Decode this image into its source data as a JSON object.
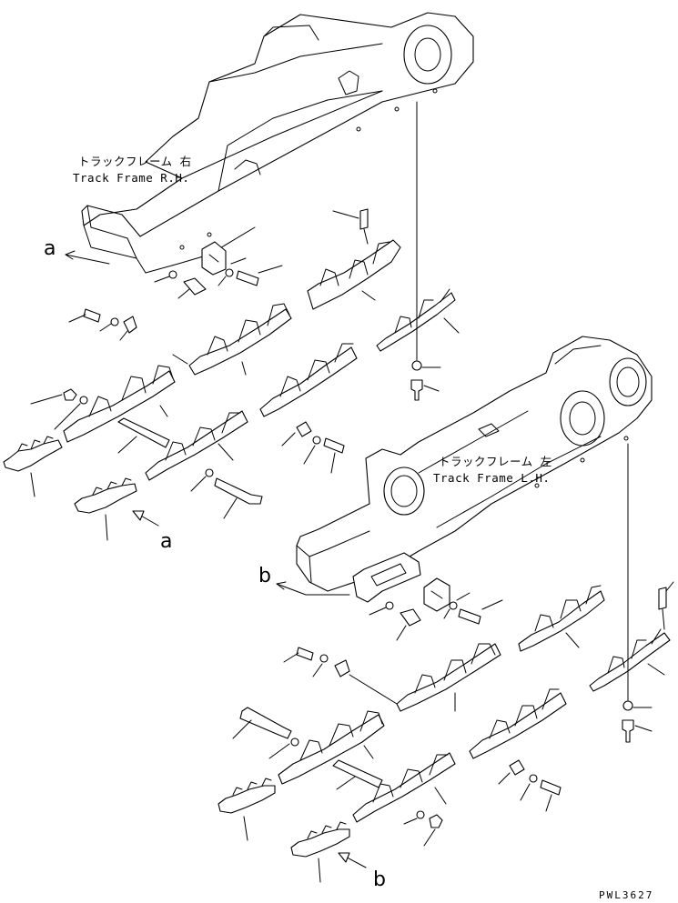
{
  "labels": {
    "rh_jp": "トラックフレーム 右",
    "rh_en": "Track Frame R.H.",
    "lh_jp": "トラックフレーム 左",
    "lh_en": "Track Frame L.H.",
    "ref_a": "a",
    "ref_b": "b",
    "drawing_code": "PWL3627"
  },
  "colors": {
    "line": "#000000",
    "background": "#ffffff"
  }
}
